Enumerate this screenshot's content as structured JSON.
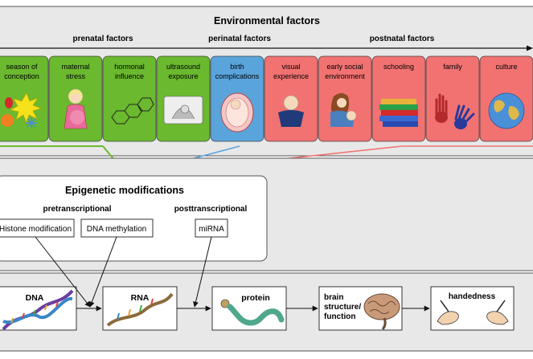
{
  "environmental": {
    "title": "Environmental factors",
    "periods": [
      {
        "label": "prenatal factors"
      },
      {
        "label": "perinatal factors"
      },
      {
        "label": "postnatal factors"
      }
    ],
    "factors": [
      {
        "line1": "season of",
        "line2": "conception",
        "icon": "sun-flower-snowflake-icon",
        "color": "#6ab92e"
      },
      {
        "line1": "maternal",
        "line2": "stress",
        "icon": "stressed-pregnant-woman-icon",
        "color": "#6ab92e"
      },
      {
        "line1": "hormonal",
        "line2": "influence",
        "icon": "steroid-molecule-icon",
        "color": "#6ab92e"
      },
      {
        "line1": "ultrasound",
        "line2": "exposure",
        "icon": "ultrasound-image-icon",
        "color": "#6ab92e"
      },
      {
        "line1": "birth",
        "line2": "complications",
        "icon": "fetus-in-womb-icon",
        "color": "#5aa4dc"
      },
      {
        "line1": "visual",
        "line2": "experience",
        "icon": "child-icon",
        "color": "#f27272"
      },
      {
        "line1": "early social",
        "line2": "environment",
        "icon": "mother-and-baby-icon",
        "color": "#f27272"
      },
      {
        "line1": "schooling",
        "line2": "",
        "icon": "book-stack-icon",
        "color": "#f27272"
      },
      {
        "line1": "family",
        "line2": "",
        "icon": "hand-prints-icon",
        "color": "#f27272"
      },
      {
        "line1": "culture",
        "line2": "",
        "icon": "globe-icon",
        "color": "#f27272"
      }
    ]
  },
  "epigenetic": {
    "title": "Epigenetic modifications",
    "pretranscriptional": "pretranscriptional",
    "posttranscriptional": "posttranscriptional",
    "histone": "Histone modification",
    "dna_methylation": "DNA methylation",
    "mirna": "miRNA"
  },
  "pathway": {
    "dna": "DNA",
    "rna": "RNA",
    "protein": "protein",
    "brain_line1": "brain",
    "brain_line2": "structure/",
    "brain_line3": "function",
    "handedness": "handedness"
  },
  "colors": {
    "prenatal": "#6ab92e",
    "perinatal": "#5aa4dc",
    "postnatal": "#f27272",
    "panel": "#e8e8e8"
  }
}
